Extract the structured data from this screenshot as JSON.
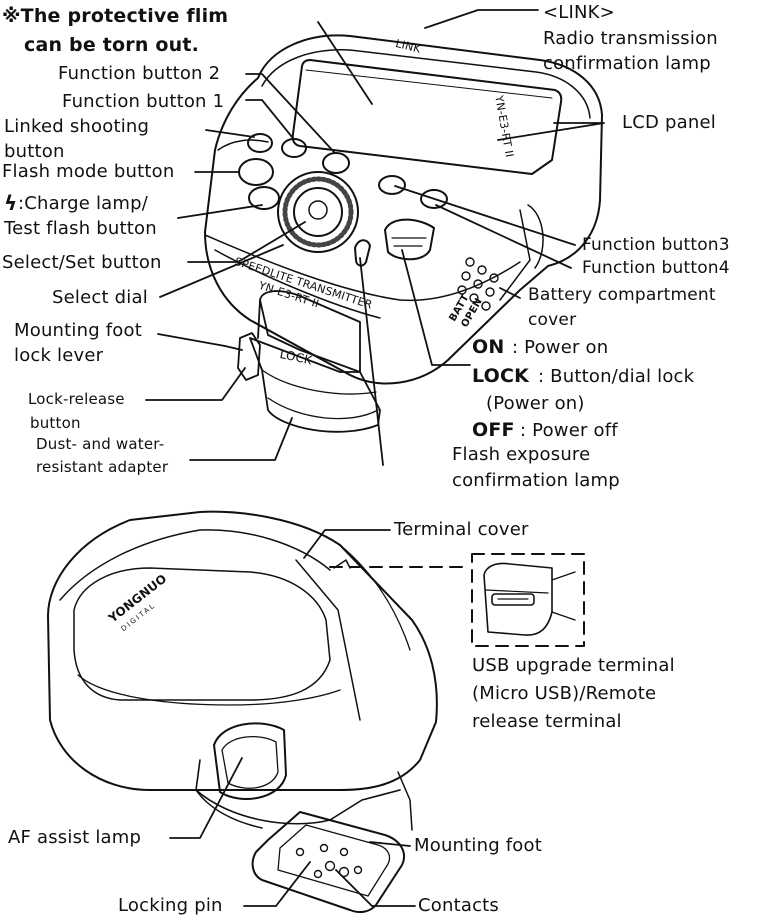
{
  "note": {
    "line1": "※The protective flim",
    "line2": "can be torn out."
  },
  "labels": {
    "link_tag": "<LINK>",
    "link_desc1": "Radio transmission",
    "link_desc2": "confirmation lamp",
    "function_button_2": "Function button 2",
    "function_button_1": "Function button 1",
    "linked_shooting1": "Linked shooting",
    "linked_shooting2": "button",
    "lcd_panel": "LCD panel",
    "flash_mode": "Flash mode button",
    "charge_lamp_symbol": "ϟ",
    "charge_lamp1": ":Charge lamp/",
    "charge_lamp2": "Test flash button",
    "select_set": "Select/Set button",
    "select_dial": "Select dial",
    "function_button_3": "Function button3",
    "function_button_4": "Function button4",
    "battery1": "Battery compartment",
    "battery2": "cover",
    "mounting_lever1": "Mounting foot",
    "mounting_lever2": "lock lever",
    "lock_release1": "Lock-release",
    "lock_release2": "button",
    "dust1": "Dust- and water-",
    "dust2": "resistant adapter",
    "on_key": "ON",
    "on_desc": ": Power on",
    "lock_key": "LOCK",
    "lock_desc1": ":  Button/dial lock",
    "lock_desc2": "(Power on)",
    "off_key": "OFF",
    "off_desc": ":  Power off",
    "fe_lamp1": "Flash exposure",
    "fe_lamp2": "confirmation lamp",
    "terminal_cover": "Terminal cover",
    "usb1": "USB upgrade terminal",
    "usb2": "(Micro USB)/Remote",
    "usb3": "release terminal",
    "af_assist": "AF assist lamp",
    "mounting_foot": "Mounting foot",
    "locking_pin": "Locking pin",
    "contacts": "Contacts"
  },
  "device_print": {
    "model_top": "YN-E3-RT II",
    "transmitter_line1": "SPEEDLITE TRANSMITTER",
    "transmitter_line2": "YN-E3-RT II",
    "lock_mark": "LOCK",
    "link_mark": "LINK",
    "batt_line1": "BATT",
    "batt_line2": "OPEN",
    "brand": "YONGNUO",
    "brand_sub": "DIGITAL"
  }
}
